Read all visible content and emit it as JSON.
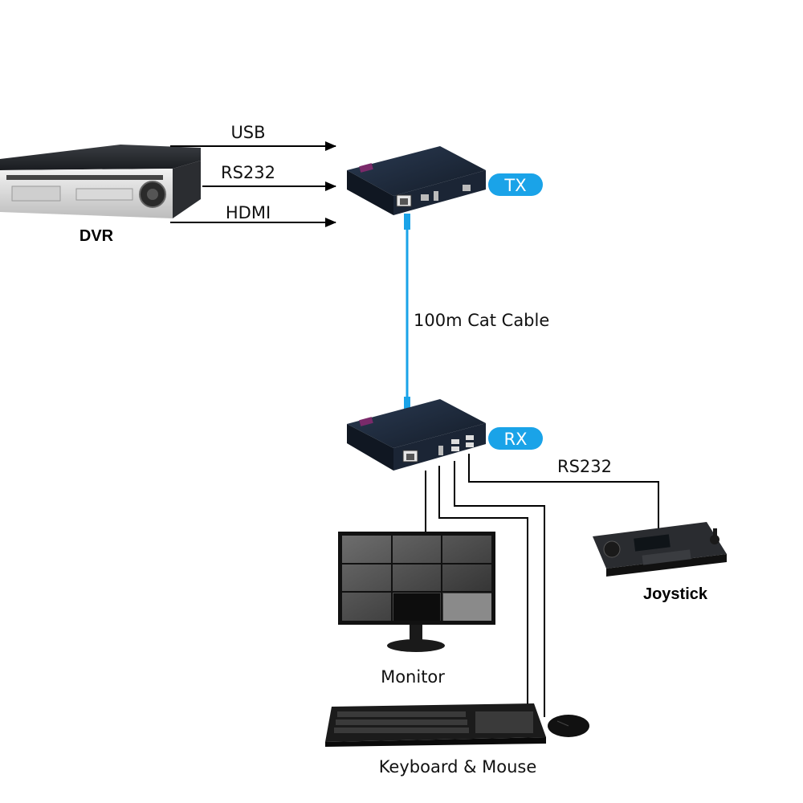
{
  "devices": {
    "dvr": "DVR",
    "tx": "TX",
    "rx": "RX",
    "joystick": "Joystick",
    "monitor": "Monitor",
    "keyboard_mouse": "Keyboard & Mouse"
  },
  "connections": {
    "usb": "USB",
    "rs232_in": "RS232",
    "hdmi": "HDMI",
    "cat_cable": "100m Cat Cable",
    "rs232_out": "RS232"
  },
  "colors": {
    "cable": "#1aa3e8",
    "pill": "#1aa3e8",
    "device_body": "#1e2a3c",
    "line": "#000000"
  }
}
